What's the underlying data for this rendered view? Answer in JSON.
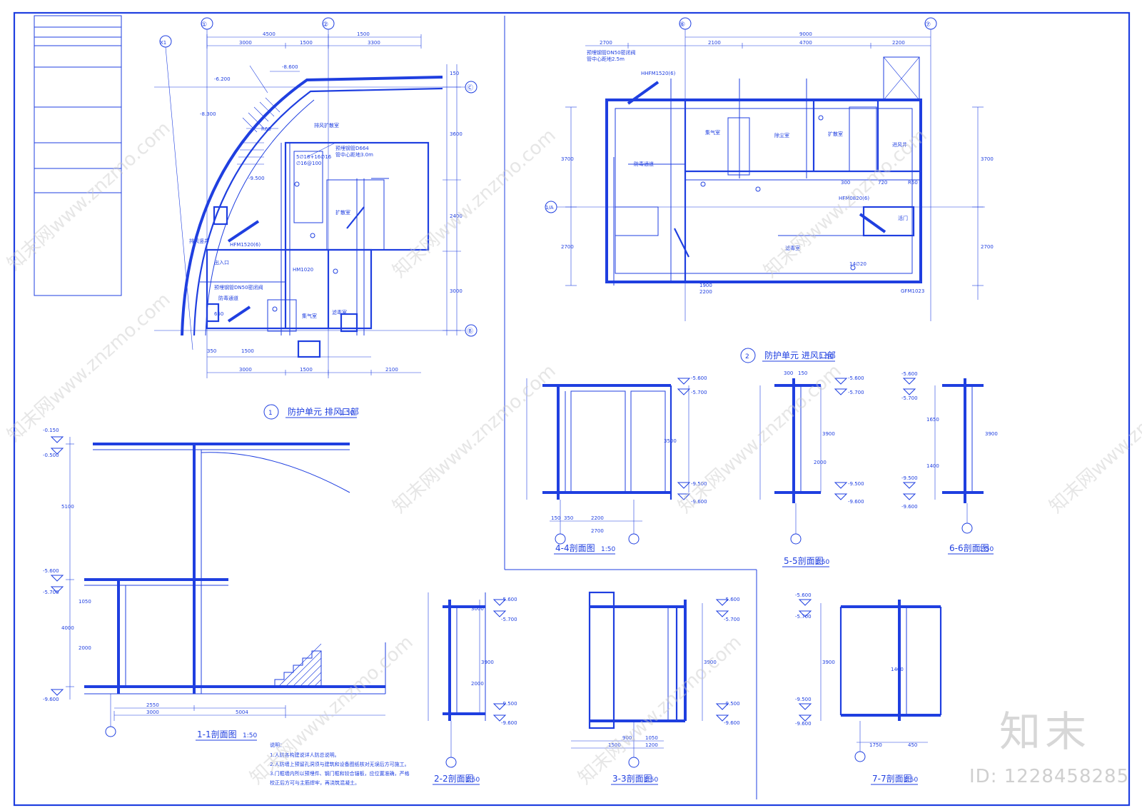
{
  "sheet": {
    "grid_labels": [
      "①",
      "②",
      "⑥",
      "⑦",
      "Ⓒ",
      "Ⓑ",
      "1/A",
      "X1"
    ]
  },
  "plans": [
    {
      "id": "1",
      "title": "防护单元 排风口部",
      "scale": "1:50",
      "dims_top": [
        "4500",
        "1500",
        "3000",
        "1500",
        "3300"
      ],
      "dims_bottom": [
        "3000",
        "1500",
        "2100",
        "1500",
        "350",
        "650"
      ],
      "dims_right": [
        "150",
        "3600",
        "2400",
        "3000"
      ],
      "labels": [
        "排风扩散室",
        "扩散室",
        "滤毒室",
        "防毒通道",
        "集气室",
        "排风竖井",
        "出入口"
      ],
      "notes": [
        "5∅18+16∅16",
        "∅16@100",
        "HFM1520(6)",
        "预埋钢管D664",
        "管中心距地3.0m",
        "预埋钢管DN50密闭阀",
        "HM1020",
        "-9.500",
        "-8.600",
        "-8.300",
        "-6.200",
        "R60"
      ]
    },
    {
      "id": "2",
      "title": "防护单元 进风口部",
      "scale": "1:50",
      "dims_top": [
        "9000",
        "2700",
        "2100",
        "4700",
        "2200"
      ],
      "dims_right": [
        "3700",
        "2700"
      ],
      "labels": [
        "防毒通道",
        "除尘室",
        "滤毒室",
        "扩散室",
        "集气室",
        "进风井",
        "活门"
      ],
      "notes": [
        "HHFM1520(6)",
        "预埋钢管DN50密闭阀",
        "管中心距地2.5m",
        "GFM1023",
        "HFM0820(6)",
        "1900",
        "2200",
        "300",
        "720",
        "R60",
        "14∅20"
      ]
    }
  ],
  "sections": [
    {
      "id": "1-1",
      "title": "1-1剖面图",
      "scale": "1:50",
      "elev": [
        "-0.150",
        "-0.500",
        "-5.600",
        "-5.700",
        "-9.600"
      ],
      "dims": [
        "3000",
        "2550",
        "5004",
        "5100",
        "4000",
        "2000",
        "1050"
      ]
    },
    {
      "id": "2-2",
      "title": "2-2剖面图",
      "scale": "1:50",
      "elev": [
        "-5.600",
        "-5.700",
        "-9.500",
        "-9.600"
      ],
      "dims": [
        "3000",
        "2000",
        "3900"
      ]
    },
    {
      "id": "3-3",
      "title": "3-3剖面图",
      "scale": "1:50",
      "elev": [
        "-5.600",
        "-5.700",
        "-9.500",
        "-9.600"
      ],
      "dims": [
        "1500",
        "1200",
        "900",
        "1050",
        "3900"
      ]
    },
    {
      "id": "4-4",
      "title": "4-4剖面图",
      "scale": "1:50",
      "elev": [
        "-5.600",
        "-5.700",
        "-9.500",
        "-9.600"
      ],
      "dims": [
        "2700",
        "2200",
        "150",
        "350",
        "3500"
      ]
    },
    {
      "id": "5-5",
      "title": "5-5剖面图",
      "scale": "1:50",
      "elev": [
        "-5.600",
        "-5.700",
        "-9.500",
        "-9.600"
      ],
      "dims": [
        "300",
        "150",
        "2000",
        "3900"
      ]
    },
    {
      "id": "6-6",
      "title": "6-6剖面图",
      "scale": "1:50",
      "elev": [
        "-5.600",
        "-5.700",
        "-9.500",
        "-9.600"
      ],
      "dims": [
        "1650",
        "1400",
        "3900"
      ]
    },
    {
      "id": "7-7",
      "title": "7-7剖面图",
      "scale": "1:50",
      "elev": [
        "-5.600",
        "-5.700",
        "-9.500",
        "-9.600"
      ],
      "dims": [
        "1750",
        "450",
        "3900",
        "1400"
      ]
    }
  ],
  "notes": {
    "heading": "说明：",
    "lines": [
      "1.人防各构建说详人防总说明。",
      "2.人防墙上预留孔洞须与建筑和设备图纸核对无误后方可施工。",
      "3.门框墙内所以预埋件、钢门框和铰合锚板，应位置准确，严格",
      "  校正后方可与主筋焊牢，再浇筑混凝土。"
    ]
  },
  "watermark": {
    "text": "知末网www.znzmo.com",
    "brand": "知末",
    "id": "ID: 1228458285"
  },
  "colors": {
    "line": "#1f3fe0",
    "watermark": "#c9c9c9"
  }
}
